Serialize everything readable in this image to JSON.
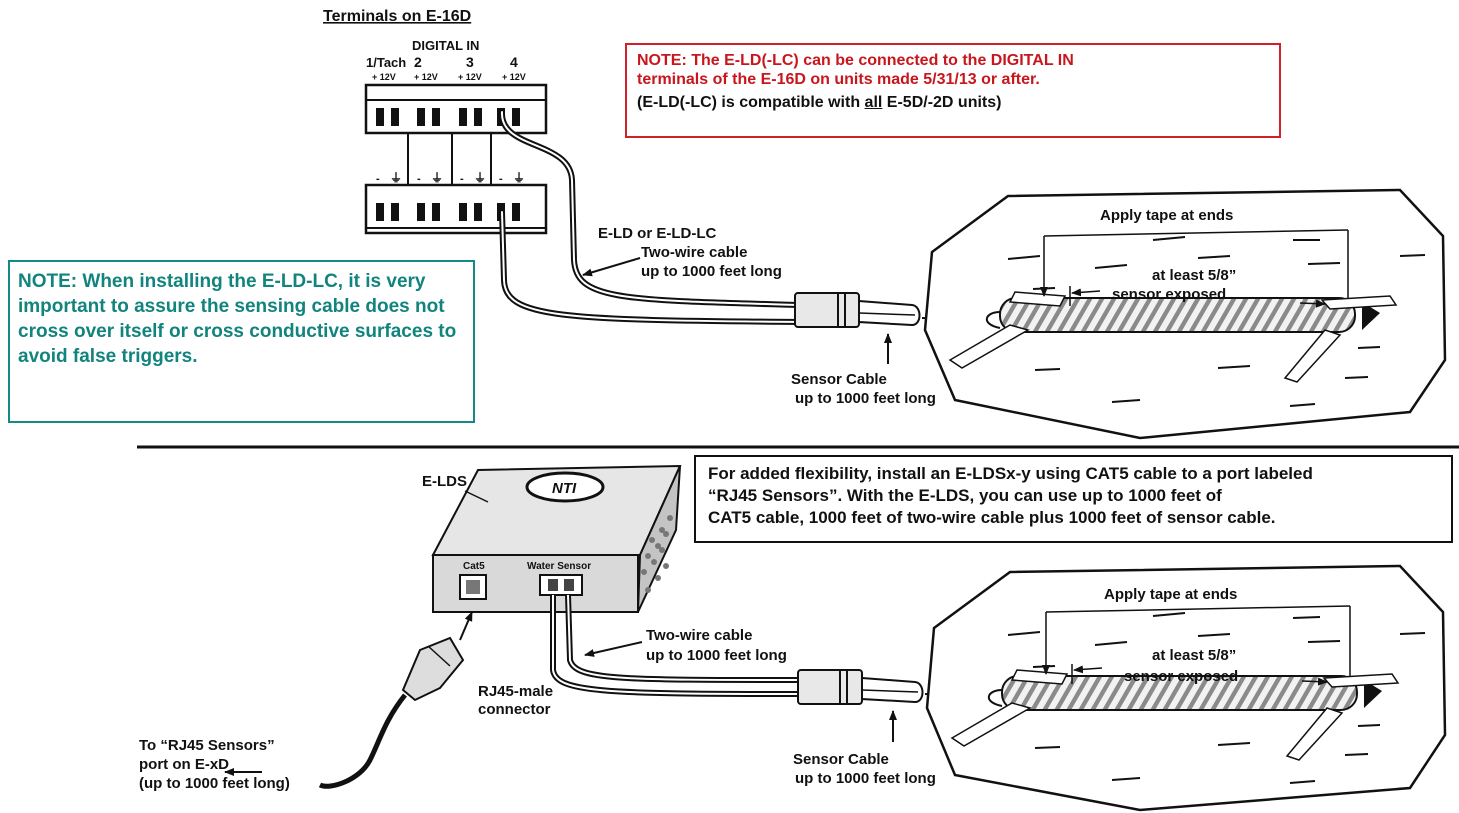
{
  "top_section": {
    "title": "Terminals on E-16D",
    "digital_in": "DIGITAL IN",
    "terminal_labels": [
      "1/Tach",
      "2",
      "3",
      "4"
    ],
    "polarity_top": [
      "+ 12V",
      "+ 12V",
      "+ 12V",
      "+ 12V"
    ],
    "polarity_bottom": [
      "-",
      "⏚",
      "-",
      "⏚",
      "-",
      "⏚",
      "-",
      "⏚"
    ],
    "cable_line1": "E-LD or E-LD-LC",
    "cable_line2": "Two-wire cable",
    "cable_line3": "up to 1000 feet long",
    "sensor_line1": "Sensor Cable",
    "sensor_line2": "up to 1000 feet long",
    "tape_label": "Apply tape at ends",
    "exposed_line1": "at least 5/8”",
    "exposed_line2": "sensor exposed"
  },
  "note_red": {
    "line1": "NOTE: The E-LD(-LC) can be connected to the DIGITAL IN",
    "line2": " terminals of the E-16D on units made 5/31/13 or after.",
    "line3_pre": "(E-LD(-LC) is compatible with ",
    "line3_u": "all",
    "line3_post": " E-5D/-2D units)"
  },
  "note_teal": {
    "text": "NOTE:  When installing the E-LD-LC, it is very important to assure the sensing cable does not cross over itself or cross conductive surfaces to avoid false triggers."
  },
  "bottom_section": {
    "device_label": "E-LDS",
    "logo_text": "NTI",
    "port_cat5": "Cat5",
    "port_water": "Water Sensor",
    "rj45_line1": "RJ45-male",
    "rj45_line2": "connector",
    "to_line1": "To “RJ45 Sensors”",
    "to_line2": "port on E-xD",
    "to_line3": "(up to 1000 feet long)",
    "cable_line1": "Two-wire cable",
    "cable_line2": "up to 1000 feet long",
    "sensor_line1": "Sensor Cable",
    "sensor_line2": "up to 1000 feet long",
    "tape_label": "Apply tape at ends",
    "exposed_line1": "at least 5/8”",
    "exposed_line2": "sensor exposed"
  },
  "note_black": {
    "line1": "For added flexibility, install an E-LDSx-y using CAT5 cable to a port labeled",
    "line2": "“RJ45 Sensors”.  With the E-LDS,  you can use up to 1000 feet of",
    "line3": "CAT5 cable, 1000 feet of two-wire cable plus 1000 feet of sensor cable."
  },
  "colors": {
    "note_red_border": "#d0202a",
    "note_red_text": "#c8161d",
    "note_teal": "#138a84",
    "ink": "#111111",
    "device_gray": "#d9d9d9"
  }
}
